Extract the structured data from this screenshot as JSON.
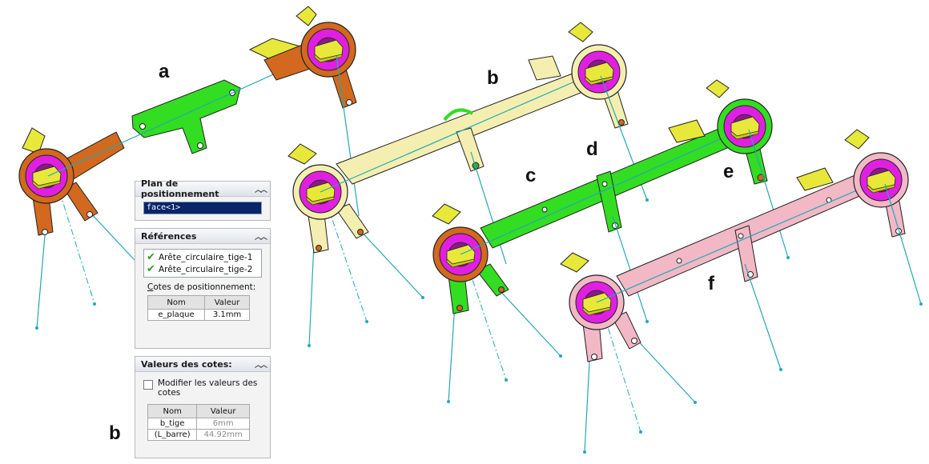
{
  "labels": {
    "a": "a",
    "b": "b",
    "c": "c",
    "d": "d",
    "e": "e",
    "f": "f",
    "b_panel": "b"
  },
  "panel_positionnement": {
    "title": "Plan de positionnement",
    "face": "face<1>"
  },
  "panel_references": {
    "title": "Références",
    "items": [
      "Arête_circulaire_tige-1",
      "Arête_circulaire_tige-2"
    ],
    "cotes_label_prefix": "C",
    "cotes_label_rest": "otes de positionnement:",
    "col_nom": "Nom",
    "col_valeur": "Valeur",
    "rows": [
      {
        "nom": "e_plaque",
        "valeur": "3.1mm"
      }
    ]
  },
  "panel_valeurs": {
    "title": "Valeurs des cotes:",
    "modify_label": "Modifier les valeurs des cotes",
    "col_nom": "Nom",
    "col_valeur": "Valeur",
    "rows": [
      {
        "nom": "b_tige",
        "valeur": "6mm"
      },
      {
        "nom": "(L_barre)",
        "valeur": "44.92mm"
      }
    ]
  },
  "icons": {
    "collapse": "double-chevron-up-icon",
    "check": "green-check-icon"
  },
  "colors": {
    "orange": "#d2691e",
    "green": "#33dd22",
    "cream": "#f4efb0",
    "pink": "#f2b8c6",
    "magenta": "#e020e0",
    "yellow": "#e8e83a",
    "axis": "#22a9b5"
  }
}
